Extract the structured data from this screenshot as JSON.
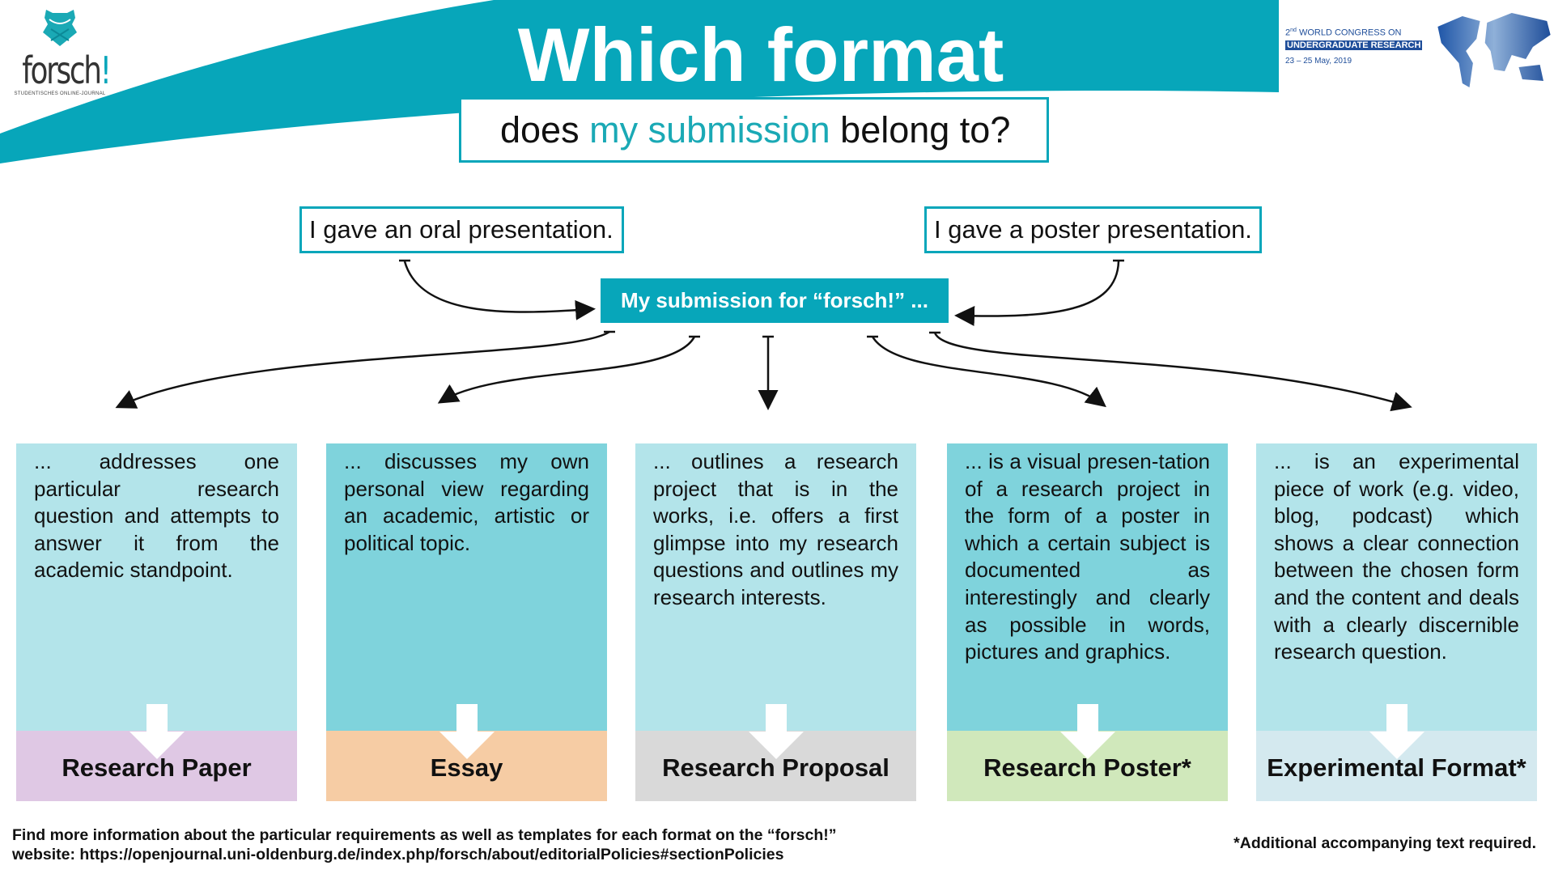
{
  "header": {
    "title": "Which format",
    "subtitle_pre": "does ",
    "subtitle_hl": "my submission",
    "subtitle_post": " belong to?"
  },
  "logo": {
    "word": "forsch",
    "mark": "!",
    "tagline": "STUDENTISCHES ONLINE-JOURNAL"
  },
  "congress": {
    "line1_sup": "nd",
    "line1_num": "2",
    "line1": " WORLD CONGRESS ON",
    "line2": "UNDERGRADUATE RESEARCH",
    "dates": "23 – 25 May, 2019"
  },
  "sources": {
    "oral": "I gave an oral presentation.",
    "poster": "I gave a poster presentation."
  },
  "center": "My submission for “forsch!” ...",
  "columns": [
    {
      "text": "... addresses one particular research question and attempts to answer it from the academic standpoint.",
      "label": "Research Paper",
      "body_color": "#b3e4ea",
      "label_color": "#dfc8e4"
    },
    {
      "text": "... discusses my own personal view regarding an academic, artistic or political topic.",
      "label": "Essay",
      "body_color": "#7fd3dc",
      "label_color": "#f6cca4"
    },
    {
      "text": "... outlines a research project that is in the works, i.e. offers a first glimpse into my research questions and outlines my research interests.",
      "label": "Research Proposal",
      "body_color": "#b3e4ea",
      "label_color": "#d9d9d9"
    },
    {
      "text": "... is a visual presen-tation of a research project in the form of a poster in which a certain subject is documented as interestingly and clearly as possible in words, pictures and graphics.",
      "label": "Research Poster*",
      "body_color": "#7fd3dc",
      "label_color": "#d0e8bb"
    },
    {
      "text": "... is an experimental piece of work (e.g. video, blog, podcast) which shows a clear connection between the chosen form and the content and deals with a clearly discernible research question.",
      "label": "Experimental Format*",
      "body_color": "#b3e4ea",
      "label_color": "#d4e9ef"
    }
  ],
  "footer": {
    "line1": "Find more information about the particular requirements as well as templates for each format on the “forsch!”",
    "line2": "website: https://openjournal.uni-oldenburg.de/index.php/forsch/about/editorialPolicies#sectionPolicies",
    "note": "*Additional accompanying text required."
  },
  "colors": {
    "accent": "#07a6ba"
  }
}
